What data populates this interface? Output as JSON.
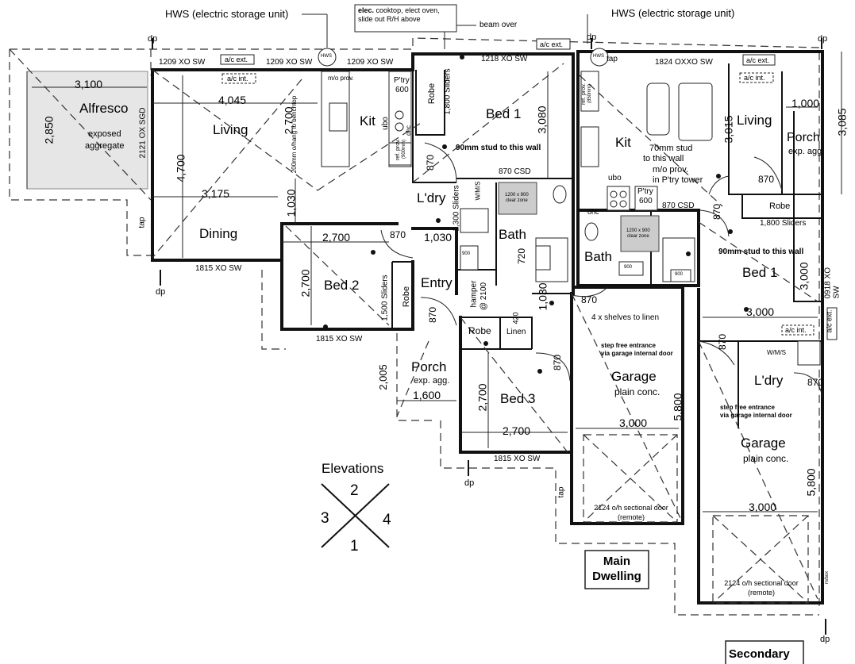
{
  "annotations": {
    "hws_left": "HWS (electric storage unit)",
    "hws_right": "HWS (electric storage unit)",
    "elec_bold": "elec.",
    "elec_line1": "cooktop, elect oven,",
    "elec_line2": "slide out R/H above",
    "beam_over": "beam over",
    "stud_main": "90mm stud to this wall",
    "stud_secondary": "90mm stud to this wall",
    "stud_kit_1": "70mm stud",
    "stud_kit_2": "to this wall",
    "mo_prov_1": "m/o prov.",
    "mo_prov_2": "in P'try tower",
    "mo_hang": "200mm o/hang to benchtop",
    "shelves": "4 x shelves to linen",
    "step_free_main_1": "step free entrance",
    "step_free_main_2": "via garage internal door",
    "step_free_sec_1": "step free entrance",
    "step_free_sec_2": "via garage internal door",
    "hamper": "hamper",
    "hamper_h": "@ 2100",
    "sliders_robe1": "1,800 Sliders",
    "sliders_ldry": "1,300 Sliders",
    "sliders_bed2": "1,500 Sliders",
    "sliders_sec": "1,800 Sliders",
    "clear_zone": "1200 x 900",
    "clear_zone_2": "clear zone",
    "sectional_main_1": "2124 o/h sectional door",
    "sectional_main_2": "(remote)",
    "sectional_sec_1": "2124 o/h sectional door",
    "sectional_sec_2": "(remote)"
  },
  "rooms": {
    "alfresco": "Alfresco",
    "alfresco_sub1": "exposed",
    "alfresco_sub2": "aggregate",
    "living_main": "Living",
    "kit_main": "Kit",
    "dining": "Dining",
    "bed1_main": "Bed 1",
    "ldry_main": "L'dry",
    "bath_main": "Bath",
    "bed2": "Bed 2",
    "entry": "Entry",
    "porch_main": "Porch",
    "porch_main_sub": "exp. agg.",
    "bed3": "Bed 3",
    "garage_main": "Garage",
    "garage_main_sub": "plain conc.",
    "kit_sec": "Kit",
    "living_sec": "Living",
    "porch_sec": "Porch",
    "porch_sec_sub": "exp. agg.",
    "bath_sec": "Bath",
    "bed1_sec": "Bed 1",
    "robe_sec": "Robe",
    "ldry_sec": "L'dry",
    "garage_sec": "Garage",
    "garage_sec_sub": "plain conc.",
    "robe": "Robe",
    "linen": "Linen",
    "ptry": "P'try",
    "ptry_600": "600",
    "ubo": "ubo",
    "ohc": "ohc",
    "wms": "W/M/S"
  },
  "windows": {
    "w1": "1209 XO SW",
    "w2": "1209 XO SW",
    "w3": "1209 XO SW",
    "w4": "1218 XO SW",
    "w5": "1824 OXXO SW",
    "w6": "1815 XO SW",
    "w7": "1815 XO SW",
    "w8": "1815 XO SW",
    "w9": "2121 OX SGD",
    "w10": "0918 XO SW",
    "csd1": "870 CSD",
    "csd2": "870 CSD"
  },
  "dimensions": {
    "d3100": "3,100",
    "d2850": "2,850",
    "d4045": "4,045",
    "d4700": "4,700",
    "d2700_liv": "2,700",
    "d3175": "3,175",
    "d1030_a": "1,030",
    "d2700_bed2w": "2,700",
    "d2700_bed2h": "2,700",
    "d870_a": "870",
    "d1030_b": "1,030",
    "d870_b": "870",
    "d870_c": "870",
    "d3080": "3,080",
    "d720": "720",
    "d1030_c": "1,030",
    "d870_d": "870",
    "d420": "420",
    "d870_e": "870",
    "d2005": "2,005",
    "d1600": "1,600",
    "d2700_bed3h": "2,700",
    "d2700_bed3w": "2,700",
    "d3000_gm": "3,000",
    "d5800_gm": "5,800",
    "d3015": "3,015",
    "d1000": "1,000",
    "d3085": "3,085",
    "d870_f": "870",
    "d870_g": "870",
    "d3000_bed1s_h": "3,000",
    "d3000_bed1s_w": "3,000",
    "d870_h": "870",
    "d870_i": "870",
    "d3000_gs": "3,000",
    "d5800_gs": "5,800"
  },
  "symbols": {
    "hws": "HWS",
    "ac_ext": "a/c ext.",
    "ac_int": "a/c int.",
    "dp": "dp",
    "tap": "tap",
    "ref_prov": "ref. prov.",
    "ref_900": "(900mm)",
    "ref_850": "(850mm)",
    "mo_prov": "m/o prov.",
    "box900": "900",
    "mbox": "m/box"
  },
  "legend": {
    "elevations": "Elevations",
    "e1": "1",
    "e2": "2",
    "e3": "3",
    "e4": "4",
    "main_1": "Main",
    "main_2": "Dwelling",
    "secondary": "Secondary"
  }
}
